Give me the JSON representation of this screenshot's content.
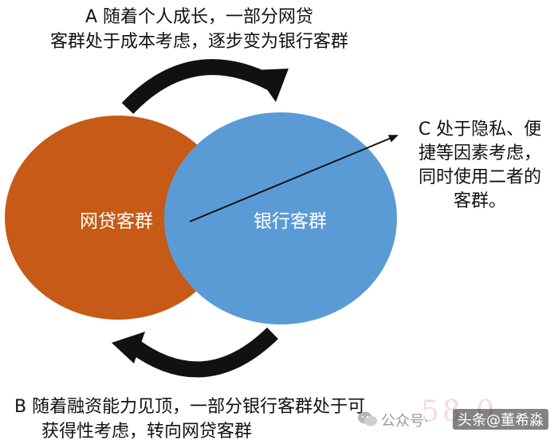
{
  "labels": {
    "a_line1": "A 随着个人成长，一部分网贷",
    "a_line2": "客群处于成本考虑，逐步变为银行客群",
    "b_line1": "B 随着融资能力见顶，一部分银行客群处于可",
    "b_line2": "获得性考虑，转向网贷客群",
    "c_line1": "C 处于隐私、便",
    "c_line2": "捷等因素考虑，",
    "c_line3": "同时使用二者的",
    "c_line4": "客群。"
  },
  "circles": {
    "left_label": "网贷客群",
    "right_label": "银行客群"
  },
  "watermark": {
    "account": "公众号·",
    "author": "头条@董希淼",
    "stamp": "58.0"
  },
  "colors": {
    "left_circle": "#c65a16",
    "right_circle": "#5b9bd5",
    "arrow": "#111111",
    "text": "#111111"
  }
}
